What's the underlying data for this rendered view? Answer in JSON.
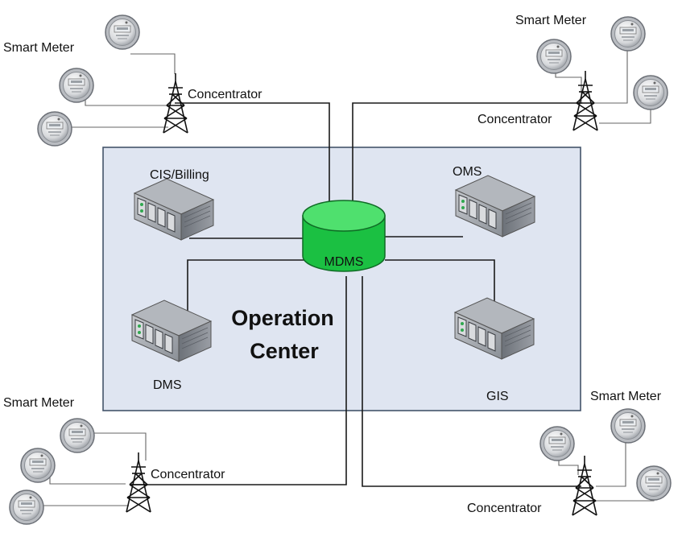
{
  "labels": {
    "smart_meter": "Smart Meter",
    "concentrator": "Concentrator",
    "cis_billing": "CIS/Billing",
    "oms": "OMS",
    "dms": "DMS",
    "gis": "GIS",
    "mdms": "MDMS",
    "operation_center_line1": "Operation",
    "operation_center_line2": "Center"
  },
  "colors": {
    "operation_center_fill": "#dfe5f1",
    "operation_center_border": "#44546a",
    "mdms_fill": "#1bc042",
    "mdms_top": "#4fe06e",
    "server_body": "#8f949c"
  },
  "icons": {
    "meter": "smart-meter-icon",
    "tower": "concentrator-tower-icon",
    "server": "server-icon",
    "database": "database-cylinder-icon"
  }
}
